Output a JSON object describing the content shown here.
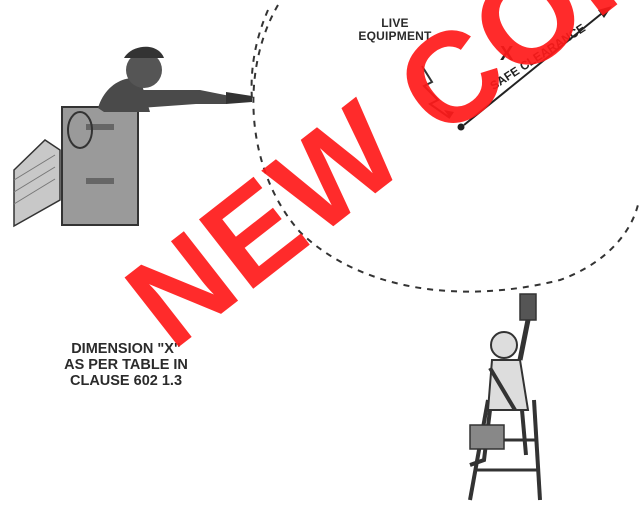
{
  "labels": {
    "live_equipment": "LIVE\nEQUIPMENT",
    "x_mark": "X",
    "safe_clearance": "SAFE CLEARANCE",
    "dimension_note": "DIMENSION \"X\"\nAS PER TABLE IN\nCLAUSE 602 1.3"
  },
  "watermark": {
    "text": "NEW COPY ON",
    "color": "#ff1a1a"
  },
  "colors": {
    "line": "#333333",
    "figure": "#4a4a4a",
    "bucket": "#9a9a9a"
  }
}
